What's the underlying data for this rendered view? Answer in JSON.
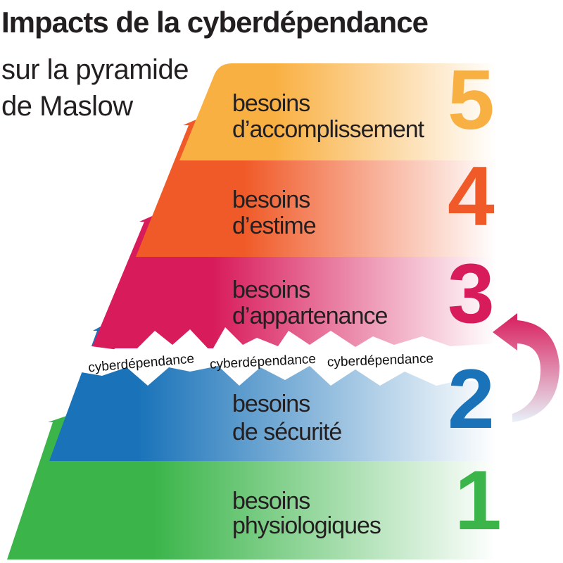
{
  "title": {
    "line1": "Impacts de la cyberdépendance",
    "line2": "sur la pyramide",
    "line3": "de Maslow"
  },
  "levels": [
    {
      "number": "1",
      "line1": "besoins",
      "line2": "physiologiques",
      "color": "#3bb54a"
    },
    {
      "number": "2",
      "line1": "besoins",
      "line2": "de sécurité",
      "color": "#1a73b9"
    },
    {
      "number": "3",
      "line1": "besoins",
      "line2": "d’appartenance",
      "color": "#d81b5b"
    },
    {
      "number": "4",
      "line1": "besoins",
      "line2": "d’estime",
      "color": "#f05a28"
    },
    {
      "number": "5",
      "line1": "besoins",
      "line2": "d’accomplissement",
      "color": "#f9b042"
    }
  ],
  "crack": {
    "labels": [
      "cyberdépendance",
      "cyberdépendance",
      "cyberdépendance"
    ]
  }
}
